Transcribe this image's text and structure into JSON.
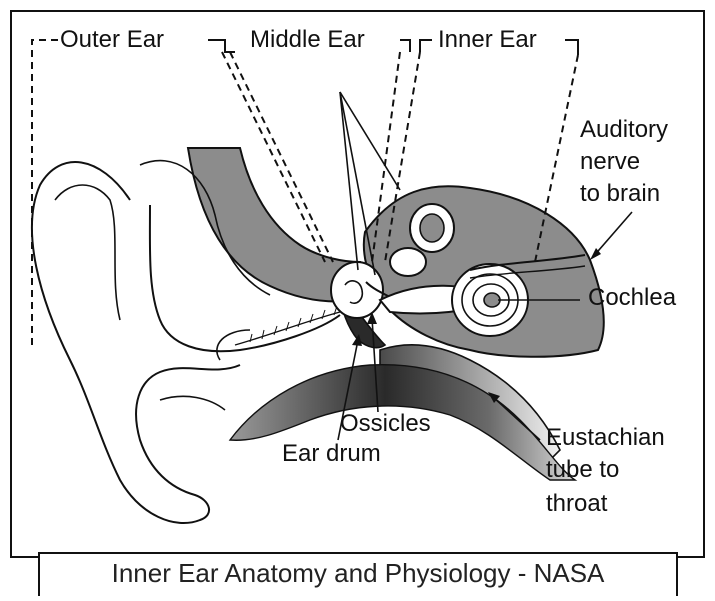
{
  "labels": {
    "outer_ear": "Outer Ear",
    "middle_ear": "Middle Ear",
    "inner_ear": "Inner Ear",
    "auditory_nerve_1": "Auditory",
    "auditory_nerve_2": "nerve",
    "auditory_nerve_3": "to brain",
    "cochlea": "Cochlea",
    "ossicles": "Ossicles",
    "ear_drum": "Ear drum",
    "eustachian_1": "Eustachian",
    "eustachian_2": "tube to",
    "eustachian_3": "throat"
  },
  "caption": "Inner Ear Anatomy and Physiology - NASA",
  "colors": {
    "line": "#111111",
    "fill_gray": "#8c8c8c",
    "fill_dark": "#2a2a2a",
    "background": "#ffffff"
  }
}
